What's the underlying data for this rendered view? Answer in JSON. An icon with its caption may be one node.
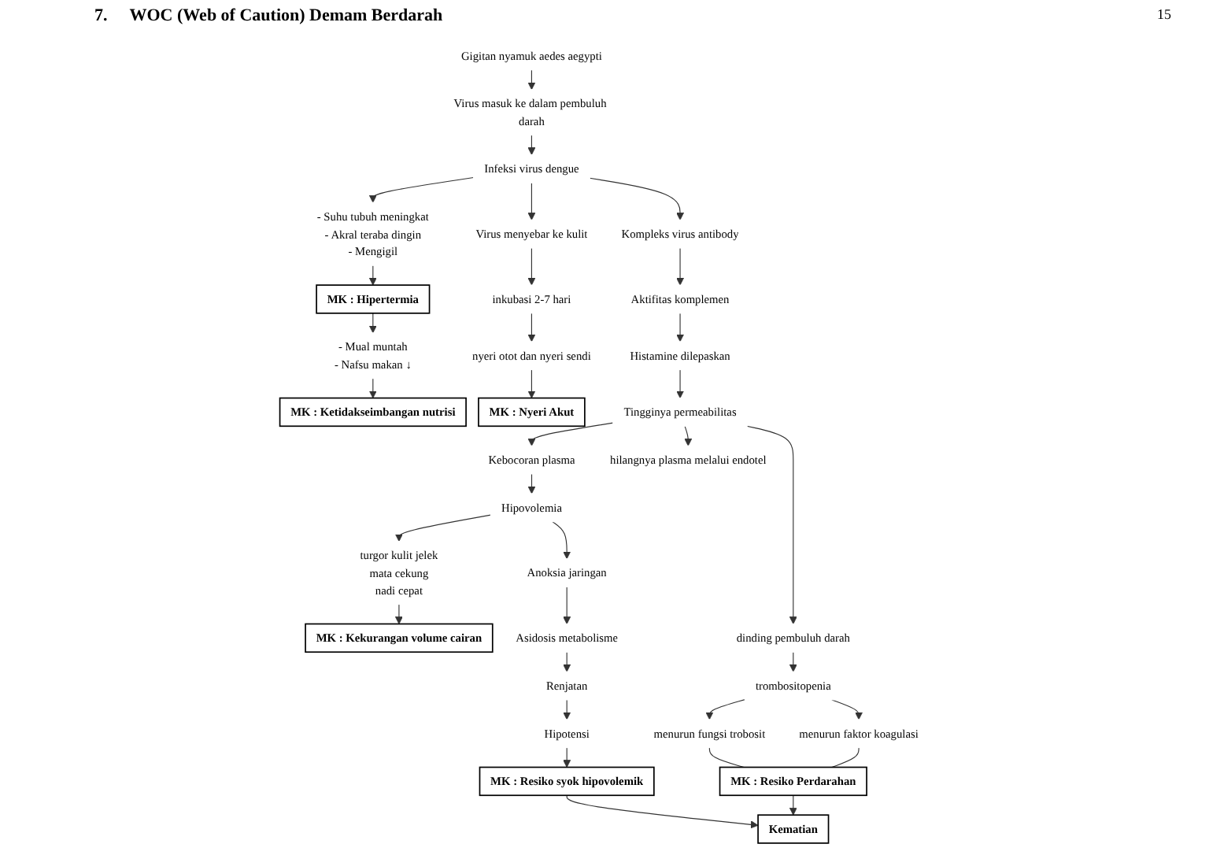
{
  "diagram": {
    "title": "WOC (Web of Caution) Demam Berdarah",
    "nodes": [
      {
        "text": [
          "Gigitan nyamuk aedes aegypti"
        ]
      },
      {
        "text": [
          "Virus masuk ke dalam pembuluh darah"
        ]
      },
      {
        "text": [
          "Infeksi virus dengue"
        ]
      },
      {
        "text": [
          "- Suhu tubuh meningkat",
          "- Akral teraba dingin",
          "- Mengigil"
        ]
      },
      {
        "text": [
          "Virus menyebar ke kulit"
        ]
      },
      {
        "text": [
          "Kompleks virus antibody"
        ]
      },
      {
        "text": [
          "inkubasi 2-7 hari"
        ]
      },
      {
        "text": [
          "- Mual muntah",
          "- Nafsu makan ↓"
        ]
      },
      {
        "text": [
          "MK : Ketidakseimbangan nutrisi"
        ]
      },
      {
        "text": [
          "MK : Hipertermia"
        ]
      },
      {
        "text": [
          "Aktifitas komplemen"
        ]
      },
      {
        "text": [
          "nyeri otot dan nyeri sendi"
        ]
      },
      {
        "text": [
          "Histamine dilepaskan"
        ]
      },
      {
        "text": [
          "MK : Nyeri Akut"
        ]
      },
      {
        "text": [
          "Kebocoran plasma"
        ]
      },
      {
        "text": [
          "Tingginya permeabilitas"
        ]
      },
      {
        "text": [
          "hilangnya plasma melalui endotel"
        ]
      },
      {
        "text": [
          "turgor kulit jelek",
          "mata cekung",
          "nadi cepat"
        ]
      },
      {
        "text": [
          "Hipovolemia"
        ]
      },
      {
        "text": [
          "dinding pembuluh darah"
        ]
      },
      {
        "text": [
          "Anoksia jaringan"
        ]
      },
      {
        "text": [
          "Asidosis metabolisme"
        ]
      },
      {
        "text": [
          "trombositopenia"
        ]
      },
      {
        "text": [
          "MK : Kekurangan volume cairan"
        ]
      },
      {
        "text": [
          "Renjatan"
        ]
      },
      {
        "text": [
          "menurun fungsi trobosit"
        ]
      },
      {
        "text": [
          "menurun faktor koagulasi"
        ]
      },
      {
        "text": [
          "Hipotensi"
        ]
      },
      {
        "text": [
          "MK : Resiko syok hipovolemik"
        ]
      },
      {
        "text": [
          "Kematian"
        ]
      },
      {
        "text": [
          "MK : Resiko Perdarahan"
        ]
      }
    ],
    "edges": [
      {
        "from": 0,
        "to": 1,
        "arrow": "to"
      },
      {
        "from": 1,
        "to": 2,
        "arrow": "to"
      },
      {
        "from": 2,
        "to": 3,
        "arrow": "to"
      },
      {
        "from": 2,
        "to": 4,
        "arrow": "to"
      },
      {
        "from": 2,
        "to": 5,
        "arrow": "to"
      },
      {
        "from": 4,
        "to": 6,
        "arrow": "to"
      },
      {
        "from": 3,
        "to": 9,
        "arrow": "to"
      },
      {
        "from": 9,
        "to": 7,
        "arrow": "to"
      },
      {
        "from": 7,
        "to": 8,
        "arrow": "to"
      },
      {
        "from": 5,
        "to": 10,
        "arrow": "to"
      },
      {
        "from": 6,
        "to": 11,
        "arrow": "to"
      },
      {
        "from": 11,
        "to": 13,
        "arrow": "to"
      },
      {
        "from": 10,
        "to": 12,
        "arrow": "to"
      },
      {
        "from": 12,
        "to": 15,
        "arrow": "to"
      },
      {
        "from": 15,
        "to": 14,
        "arrow": "to"
      },
      {
        "from": 15,
        "to": 16,
        "arrow": "to"
      },
      {
        "from": 15,
        "to": 19,
        "arrow": "to"
      },
      {
        "from": 14,
        "to": 18,
        "arrow": "to"
      },
      {
        "from": 18,
        "to": 17,
        "arrow": "to"
      },
      {
        "from": 18,
        "to": 20,
        "arrow": "to"
      },
      {
        "from": 19,
        "to": 22,
        "arrow": "to"
      },
      {
        "from": 20,
        "to": 21,
        "arrow": "to"
      },
      {
        "from": 17,
        "to": 23,
        "arrow": "to"
      },
      {
        "from": 21,
        "to": 24,
        "arrow": "to"
      },
      {
        "from": 22,
        "to": 25,
        "arrow": "to"
      },
      {
        "from": 22,
        "to": 26,
        "arrow": "to"
      },
      {
        "from": 24,
        "to": 27,
        "arrow": "to"
      },
      {
        "from": 25,
        "to": 30,
        "arrow": "none"
      },
      {
        "from": 26,
        "to": 30,
        "arrow": "none"
      },
      {
        "from": 27,
        "to": 28,
        "arrow": "to"
      },
      {
        "from": 28,
        "to": 29,
        "arrow": "to"
      },
      {
        "from": 30,
        "to": 29,
        "arrow": "to"
      }
    ],
    "labels": [
      "15",
      "7."
    ]
  }
}
